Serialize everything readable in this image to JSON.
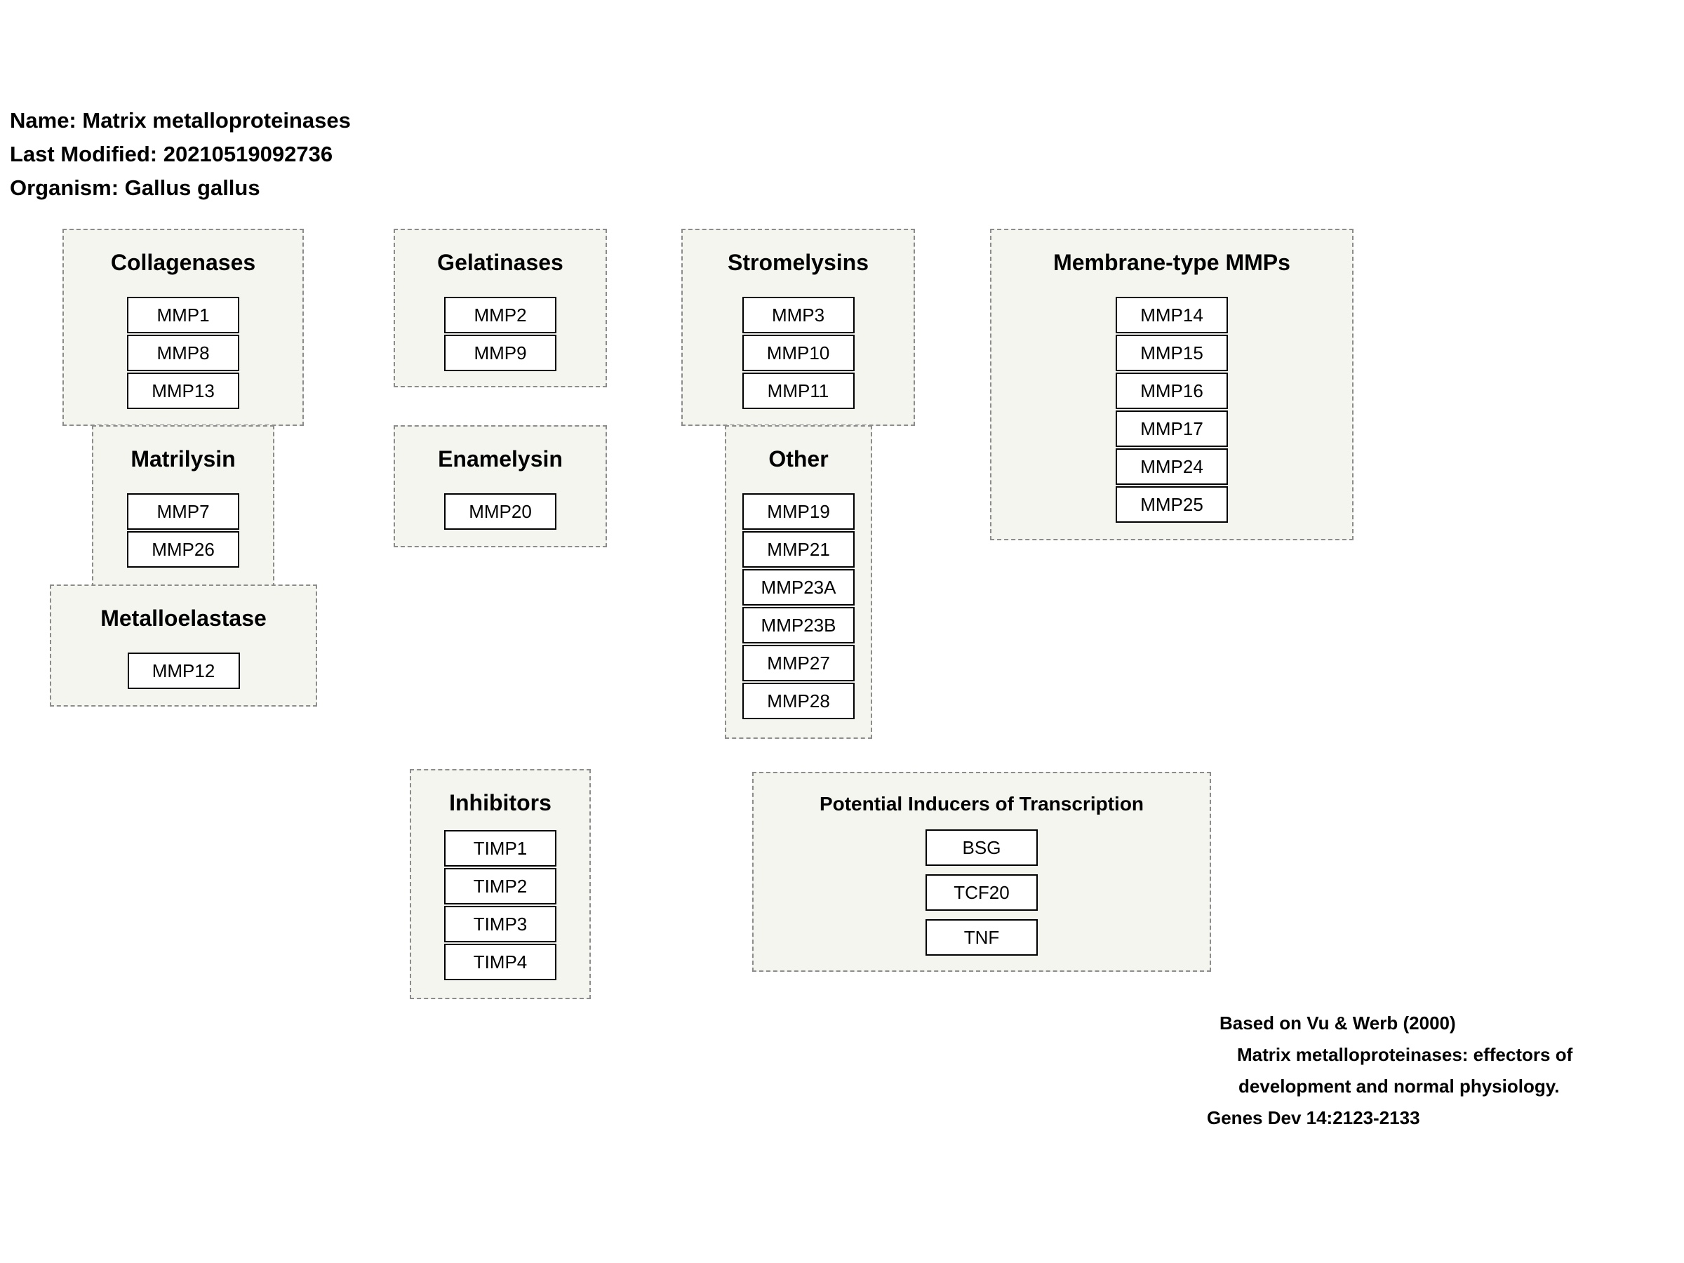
{
  "header": {
    "name": "Name: Matrix metalloproteinases",
    "last_modified": "Last Modified: 20210519092736",
    "organism": "Organism: Gallus gallus"
  },
  "groups": {
    "collagenases": {
      "title": "Collagenases",
      "genes": [
        "MMP1",
        "MMP8",
        "MMP13"
      ]
    },
    "gelatinases": {
      "title": "Gelatinases",
      "genes": [
        "MMP2",
        "MMP9"
      ]
    },
    "stromelysins": {
      "title": "Stromelysins",
      "genes": [
        "MMP3",
        "MMP10",
        "MMP11"
      ]
    },
    "membrane_type": {
      "title": "Membrane-type MMPs",
      "genes": [
        "MMP14",
        "MMP15",
        "MMP16",
        "MMP17",
        "MMP24",
        "MMP25"
      ]
    },
    "matrilysin": {
      "title": "Matrilysin",
      "genes": [
        "MMP7",
        "MMP26"
      ]
    },
    "enamelysin": {
      "title": "Enamelysin",
      "genes": [
        "MMP20"
      ]
    },
    "other": {
      "title": "Other",
      "genes": [
        "MMP19",
        "MMP21",
        "MMP23A",
        "MMP23B",
        "MMP27",
        "MMP28"
      ]
    },
    "metalloelastase": {
      "title": "Metalloelastase",
      "genes": [
        "MMP12"
      ]
    },
    "inhibitors": {
      "title": "Inhibitors",
      "genes": [
        "TIMP1",
        "TIMP2",
        "TIMP3",
        "TIMP4"
      ]
    },
    "inducers": {
      "title": "Potential Inducers of Transcription",
      "genes": [
        "BSG",
        "TCF20",
        "TNF"
      ]
    }
  },
  "citation": {
    "line1": "Based on Vu & Werb (2000)",
    "line2": "Matrix metalloproteinases: effectors of",
    "line3": "development and normal physiology.",
    "line4": "Genes Dev 14:2123-2133"
  }
}
